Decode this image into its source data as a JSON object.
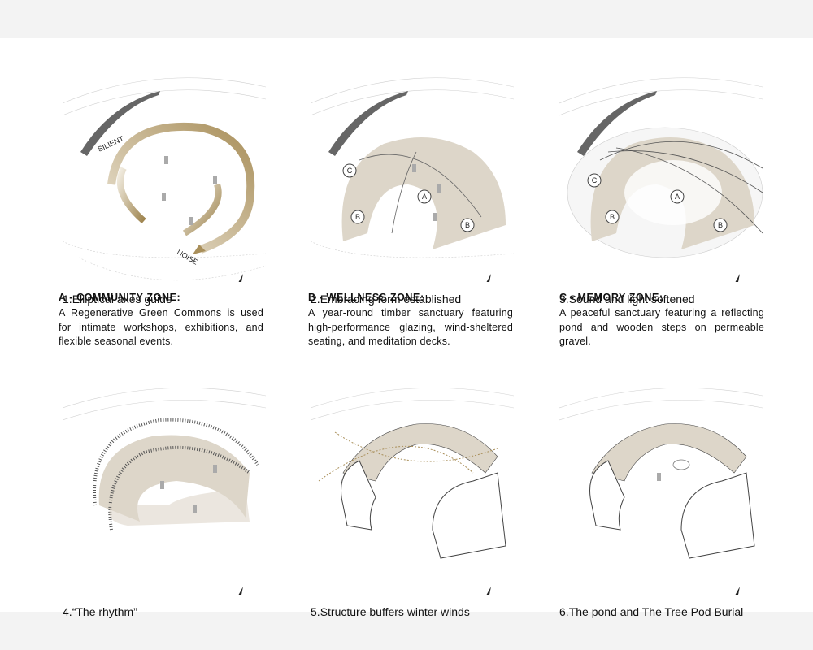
{
  "panels": [
    {
      "number": "1.",
      "caption": "Elliptical axes guide",
      "labels": {
        "top": "SILIENT",
        "bottom": "NOISE"
      }
    },
    {
      "number": "2.",
      "caption": "Embracing form established",
      "zones": [
        "C",
        "A",
        "B",
        "B"
      ]
    },
    {
      "number": "3.",
      "caption": "Sound and light softened",
      "zones": [
        "C",
        "A",
        "B",
        "B"
      ]
    },
    {
      "number": "4.",
      "caption": "“The rhythm”"
    },
    {
      "number": "5.",
      "caption": "Structure buffers winter winds"
    },
    {
      "number": "6.",
      "caption": "The pond and The Tree Pod Burial"
    }
  ],
  "zones": [
    {
      "title": "A - COMMUNITY ZONE:",
      "text": "A Regenerative Green Commons is used for intimate workshops, exhibitions, and flexible seasonal events."
    },
    {
      "title": "B - WELLNESS ZONE:",
      "text": "A year-round timber sanctuary featuring high-performance glazing, wind-sheltered seating, and meditation decks."
    },
    {
      "title": "C - MEMORY ZONE:",
      "text": "A peaceful sanctuary featuring a reflecting pond and wooden steps on permeable gravel."
    }
  ],
  "icons": {
    "north_arrow": "north-arrow-icon"
  },
  "colors": {
    "ground": "#ddd6c9",
    "arrow_gold": "#a98f5a",
    "line_gray": "#bdbdbd",
    "page": "#ffffff",
    "band": "#f3f3f3"
  }
}
